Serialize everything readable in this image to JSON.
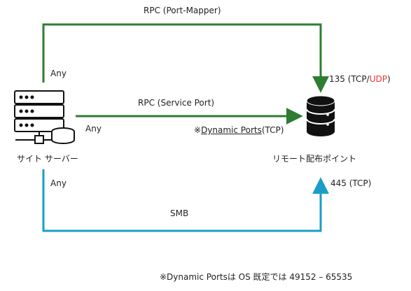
{
  "nodes": {
    "site_server": {
      "label": "サイト サーバー"
    },
    "remote_dp": {
      "label": "リモート配布ポイント"
    }
  },
  "connections": {
    "rpc_port_mapper": {
      "label": "RPC (Port-Mapper)",
      "source_port": "Any",
      "dest_port_prefix": "135 (TCP/",
      "dest_port_highlight": "UDP",
      "dest_port_suffix": ")",
      "color": "#2e7d32"
    },
    "rpc_service_port": {
      "label": "RPC (Service Port)",
      "source_port": "Any",
      "dest_prefix": "※",
      "dest_link": "Dynamic Ports",
      "dest_suffix": "(TCP)",
      "color": "#2e7d32"
    },
    "smb": {
      "label": "SMB",
      "source_port": "Any",
      "dest_port": "445 (TCP)",
      "color": "#1a9ec8"
    }
  },
  "footnote": "※Dynamic Portsは OS 既定では 49152 – 65535",
  "colors": {
    "highlight": "#e53935",
    "icon": "#111111"
  }
}
